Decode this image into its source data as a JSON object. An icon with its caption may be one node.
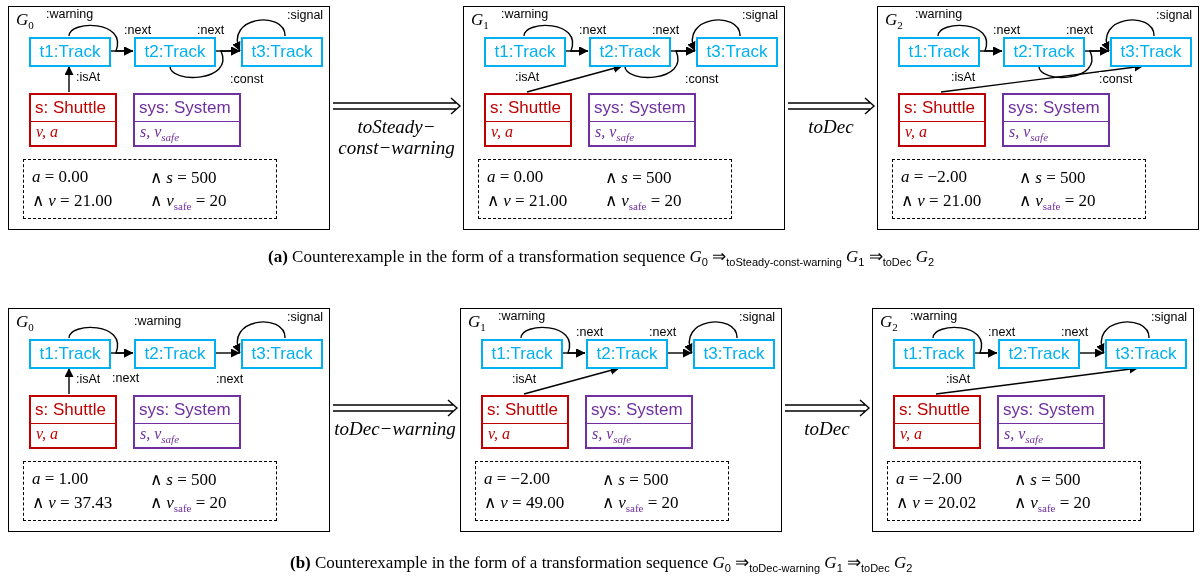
{
  "diagram": {
    "nodes": [
      {
        "text": [
          "*G*$_{0}$"
        ]
      },
      {
        "text": [
          "t1:Track"
        ],
        "in": 0
      },
      {
        "text": [
          "t2:Track"
        ],
        "in": 0
      },
      {
        "text": [
          "t3:Track"
        ],
        "in": 0
      },
      {
        "text": [
          "s: Shuttle",
          "v, a"
        ],
        "in": 0
      },
      {
        "text": [
          "sys: System",
          "s, v$_{safe}$"
        ],
        "in": 0
      },
      {
        "text": [
          "*a* = 0.00",
          "∧ *s* = 500",
          "∧ *v* = 21.00",
          "∧ *v*$_{safe}$ = 20"
        ],
        "in": 0
      },
      {
        "text": [
          "*G*$_{1}$"
        ]
      },
      {
        "text": [
          "t1:Track"
        ],
        "in": 7
      },
      {
        "text": [
          "t2:Track"
        ],
        "in": 7
      },
      {
        "text": [
          "t3:Track"
        ],
        "in": 7
      },
      {
        "text": [
          "s: Shuttle",
          "v, a"
        ],
        "in": 7
      },
      {
        "text": [
          "sys: System",
          "s, v$_{safe}$"
        ],
        "in": 7
      },
      {
        "text": [
          "*a* = 0.00",
          "∧ *s* = 500",
          "∧ *v* = 21.00",
          "∧ *v*$_{safe}$ = 20"
        ],
        "in": 7
      },
      {
        "text": [
          "*G*$_{2}$"
        ]
      },
      {
        "text": [
          "t1:Track"
        ],
        "in": 14
      },
      {
        "text": [
          "t2:Track"
        ],
        "in": 14
      },
      {
        "text": [
          "t3:Track"
        ],
        "in": 14
      },
      {
        "text": [
          "s: Shuttle",
          "v, a"
        ],
        "in": 14
      },
      {
        "text": [
          "sys: System",
          "s, v$_{safe}$"
        ],
        "in": 14
      },
      {
        "text": [
          "*a* = −2.00",
          "∧ *s* = 500",
          "∧ *v* = 21.00",
          "∧ *v*$_{safe}$ = 20"
        ],
        "in": 14
      },
      {
        "text": [
          "*G*$_{0}$"
        ]
      },
      {
        "text": [
          "t1:Track"
        ],
        "in": 21
      },
      {
        "text": [
          "t2:Track"
        ],
        "in": 21
      },
      {
        "text": [
          "t3:Track"
        ],
        "in": 21
      },
      {
        "text": [
          "s: Shuttle",
          "v, a"
        ],
        "in": 21
      },
      {
        "text": [
          "sys: System",
          "s, v$_{safe}$"
        ],
        "in": 21
      },
      {
        "text": [
          "*a* = 1.00",
          "∧ *s* = 500",
          "∧ *v* = 37.43",
          "∧ *v*$_{safe}$ = 20"
        ],
        "in": 21
      },
      {
        "text": [
          "*G*$_{1}$"
        ]
      },
      {
        "text": [
          "t1:Track"
        ],
        "in": 28
      },
      {
        "text": [
          "t2:Track"
        ],
        "in": 28
      },
      {
        "text": [
          "t3:Track"
        ],
        "in": 28
      },
      {
        "text": [
          "s: Shuttle",
          "v, a"
        ],
        "in": 28
      },
      {
        "text": [
          "sys: System",
          "s, v$_{safe}$"
        ],
        "in": 28
      },
      {
        "text": [
          "*a* = −2.00",
          "∧ *s* = 500",
          "∧ *v* = 49.00",
          "∧ *v*$_{safe}$ = 20"
        ],
        "in": 28
      },
      {
        "text": [
          "*G*$_{2}$"
        ]
      },
      {
        "text": [
          "t1:Track"
        ],
        "in": 35
      },
      {
        "text": [
          "t2:Track"
        ],
        "in": 35
      },
      {
        "text": [
          "t3:Track"
        ],
        "in": 35
      },
      {
        "text": [
          "s: Shuttle",
          "v, a"
        ],
        "in": 35
      },
      {
        "text": [
          "sys: System",
          "s, v$_{safe}$"
        ],
        "in": 35
      },
      {
        "text": [
          "*a* = −2.00",
          "∧ *s* = 500",
          "∧ *v* = 20.02",
          "∧ *v*$_{safe}$ = 20"
        ],
        "in": 35
      }
    ],
    "edges": [
      {
        "from": 1,
        "to": 2,
        "arrow": "to",
        "label": ":warning"
      },
      {
        "from": 1,
        "to": 2,
        "arrow": "to",
        "label": ":next"
      },
      {
        "from": 2,
        "to": 3,
        "arrow": "to",
        "label": ":next"
      },
      {
        "from": 2,
        "to": 3,
        "arrow": "to",
        "label": ":const"
      },
      {
        "from": 3,
        "to": 3,
        "arrow": "to",
        "label": ":signal"
      },
      {
        "from": 4,
        "to": 1,
        "arrow": "to",
        "label": ":isAt"
      },
      {
        "from": 8,
        "to": 9,
        "arrow": "to",
        "label": ":warning"
      },
      {
        "from": 8,
        "to": 9,
        "arrow": "to",
        "label": ":next"
      },
      {
        "from": 9,
        "to": 10,
        "arrow": "to",
        "label": ":next"
      },
      {
        "from": 9,
        "to": 10,
        "arrow": "to",
        "label": ":const"
      },
      {
        "from": 10,
        "to": 10,
        "arrow": "to",
        "label": ":signal"
      },
      {
        "from": 11,
        "to": 9,
        "arrow": "to",
        "label": ":isAt"
      },
      {
        "from": 15,
        "to": 16,
        "arrow": "to",
        "label": ":warning"
      },
      {
        "from": 15,
        "to": 16,
        "arrow": "to",
        "label": ":next"
      },
      {
        "from": 16,
        "to": 17,
        "arrow": "to",
        "label": ":next"
      },
      {
        "from": 16,
        "to": 17,
        "arrow": "to",
        "label": ":const"
      },
      {
        "from": 17,
        "to": 17,
        "arrow": "to",
        "label": ":signal"
      },
      {
        "from": 18,
        "to": 17,
        "arrow": "to",
        "label": ":isAt"
      },
      {
        "from": 22,
        "to": 23,
        "arrow": "to",
        "label": ":warning"
      },
      {
        "from": 22,
        "to": 23,
        "arrow": "to",
        "label": ":next"
      },
      {
        "from": 23,
        "to": 24,
        "arrow": "to",
        "label": ":next"
      },
      {
        "from": 24,
        "to": 24,
        "arrow": "to",
        "label": ":signal"
      },
      {
        "from": 25,
        "to": 22,
        "arrow": "to",
        "label": ":isAt"
      },
      {
        "from": 29,
        "to": 30,
        "arrow": "to",
        "label": ":warning"
      },
      {
        "from": 29,
        "to": 30,
        "arrow": "to",
        "label": ":next"
      },
      {
        "from": 30,
        "to": 31,
        "arrow": "to",
        "label": ":next"
      },
      {
        "from": 31,
        "to": 31,
        "arrow": "to",
        "label": ":signal"
      },
      {
        "from": 32,
        "to": 30,
        "arrow": "to",
        "label": ":isAt"
      },
      {
        "from": 36,
        "to": 37,
        "arrow": "to",
        "label": ":warning"
      },
      {
        "from": 36,
        "to": 37,
        "arrow": "to",
        "label": ":next"
      },
      {
        "from": 37,
        "to": 38,
        "arrow": "to",
        "label": ":next"
      },
      {
        "from": 38,
        "to": 38,
        "arrow": "to",
        "label": ":signal"
      },
      {
        "from": 39,
        "to": 38,
        "arrow": "to",
        "label": ":isAt"
      },
      {
        "from": 0,
        "to": 7,
        "arrow": "to",
        "label": "toSteady−const−warning"
      },
      {
        "from": 7,
        "to": 14,
        "arrow": "to",
        "label": "toDec"
      },
      {
        "from": 21,
        "to": 28,
        "arrow": "to",
        "label": "toDec−warning"
      },
      {
        "from": 28,
        "to": 35,
        "arrow": "to",
        "label": "toDec"
      }
    ],
    "labels": [
      "**(a)** Counterexample in the form of a transformation sequence *G*$_{0}$ ⇒$_{toSteady-const-warning}$ *G*$_{1}$ ⇒$_{toDec}$ *G*$_{2}$",
      "**(b)** Counterexample in the form of a transformation sequence *G*$_{0}$ ⇒$_{toDec-warning}$ *G*$_{1}$ ⇒$_{toDec}$ *G*$_{2}$"
    ]
  }
}
